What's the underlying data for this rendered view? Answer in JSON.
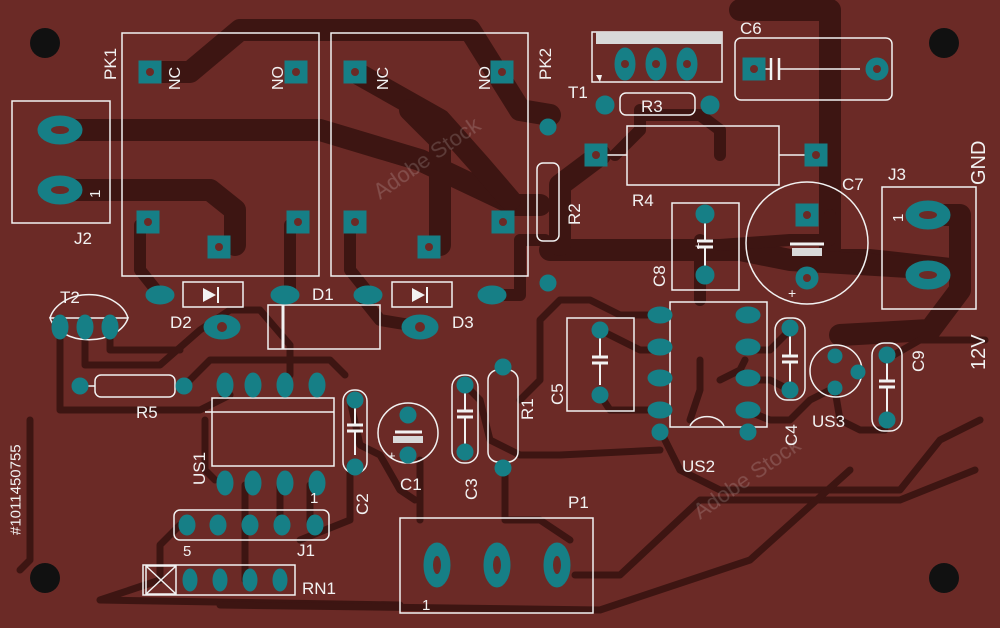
{
  "board": {
    "bg_color": "#6b2a26",
    "trace_color": "#3d1512",
    "pad_color": "#167f86",
    "silk_color": "#f2f2f2",
    "watermark_id": "#1011450755",
    "watermark_brand": "Adobe Stock",
    "bottom_watermark": "Adobe Stock"
  },
  "labels": {
    "pk1": "PK1",
    "pk2": "PK2",
    "nc1": "NC",
    "no1": "NO",
    "nc2": "NC",
    "no2": "NO",
    "j2": "J2",
    "j2_pin": "1",
    "t1": "T1",
    "r3": "R3",
    "r4": "R4",
    "c6": "C6",
    "r2": "R2",
    "c7": "C7",
    "j3": "J3",
    "j3_pin": "1",
    "gnd": "GND",
    "v12": "12V",
    "c8": "C8",
    "c8_plus": "+",
    "c7_plus": "+",
    "t2": "T2",
    "d2": "D2",
    "d1": "D1",
    "d3": "D3",
    "r5": "R5",
    "us1": "US1",
    "c2": "C2",
    "c1": "C1",
    "c1_plus": "+",
    "c3": "C3",
    "r1": "R1",
    "c5": "C5",
    "us2": "US2",
    "c4": "C4",
    "us3": "US3",
    "c9": "C9",
    "j1": "J1",
    "j1_pin1": "1",
    "j1_pin5": "5",
    "rn1": "RN1",
    "p1": "P1",
    "p1_pin": "1"
  }
}
